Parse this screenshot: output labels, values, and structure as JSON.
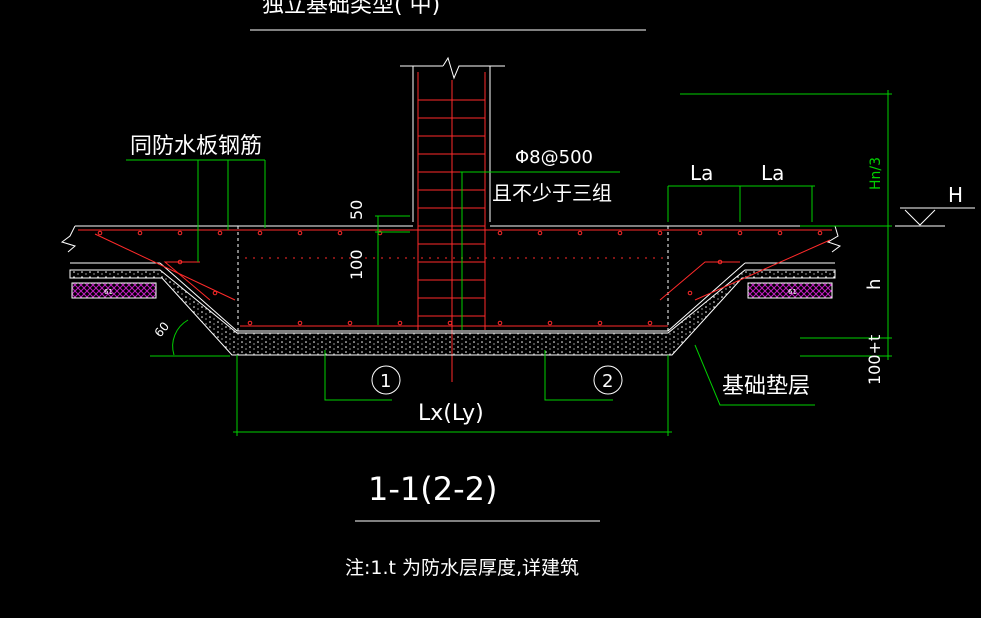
{
  "colors": {
    "background": "#000000",
    "text": "#ffffff",
    "rebar": "#ff2a2a",
    "dimension": "#00d000",
    "outline": "#ffffff",
    "waterproof_hatch": "#b000b0"
  },
  "labels": {
    "title_partial": "独立基础类型( 中)",
    "same_as_waterproof_rebar": "同防水板钢筋",
    "dim_50": "50",
    "dim_100_left": "100",
    "stirrup_spec": "Φ8@500",
    "stirrup_note": "且不少于三组",
    "la_1": "La",
    "la_2": "La",
    "hn_3": "Hn/3",
    "h_level": "H",
    "h_depth": "h",
    "dim_100_right": "100+t",
    "slope_angle": "60",
    "circle_1": "1",
    "circle_2": "2",
    "span": "Lx(Ly)",
    "cushion_layer": "基础垫层",
    "section_title": "1-1(2-2)",
    "note": "注:1.t 为防水层厚度,详建筑",
    "hatch_tag_left": "61",
    "hatch_tag_right": "61"
  }
}
